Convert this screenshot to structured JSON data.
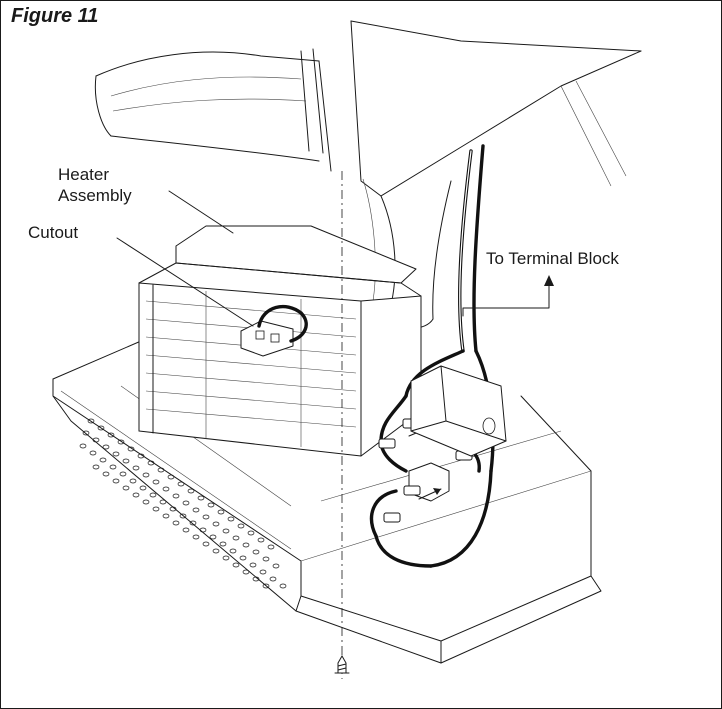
{
  "figure": {
    "title": "Figure 11"
  },
  "callouts": {
    "heater_line1": "Heater",
    "heater_line2": "Assembly",
    "cutout": "Cutout",
    "terminal_block": "To Terminal Block"
  }
}
